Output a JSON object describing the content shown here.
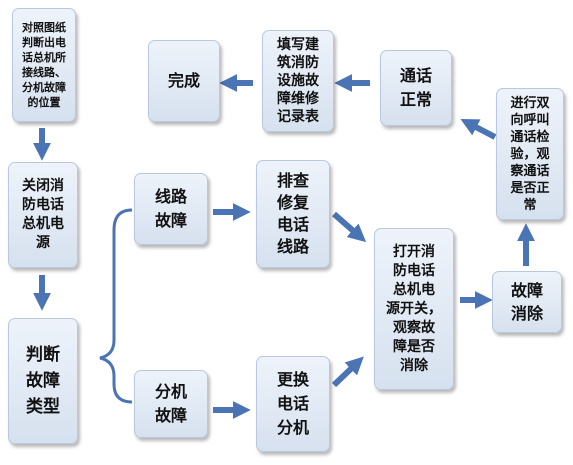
{
  "colors": {
    "box_fill_top": "#eef3fa",
    "box_fill_bottom": "#d6e1ef",
    "box_border": "#b9c8dc",
    "arrow": "#4a74b4",
    "text": "#111111"
  },
  "nodes": {
    "check_drawing": "对照图纸\n判断出电\n话总机所\n接线路、\n分机故障\n的位置",
    "power_off": "关闭消\n防电话\n总机电\n源",
    "judge_fault": "判断\n故障\n类型",
    "line_fault": "线路\n故障",
    "ext_fault": "分机\n故障",
    "repair_line": "排查\n修复\n电话\n线路",
    "replace_ext": "更换\n电话\n分机",
    "power_on_check": "打开消\n防电话\n总机电\n源开关，\n观察故\n障是否\n消除",
    "fault_cleared": "故障\n消除",
    "two_way_call": "进行双\n向呼叫\n通话检\n验，观\n察通话\n是否正\n常",
    "call_normal": "通话\n正常",
    "fill_record": "填写建\n筑消防\n设施故\n障维修\n记录表",
    "complete": "完成"
  }
}
